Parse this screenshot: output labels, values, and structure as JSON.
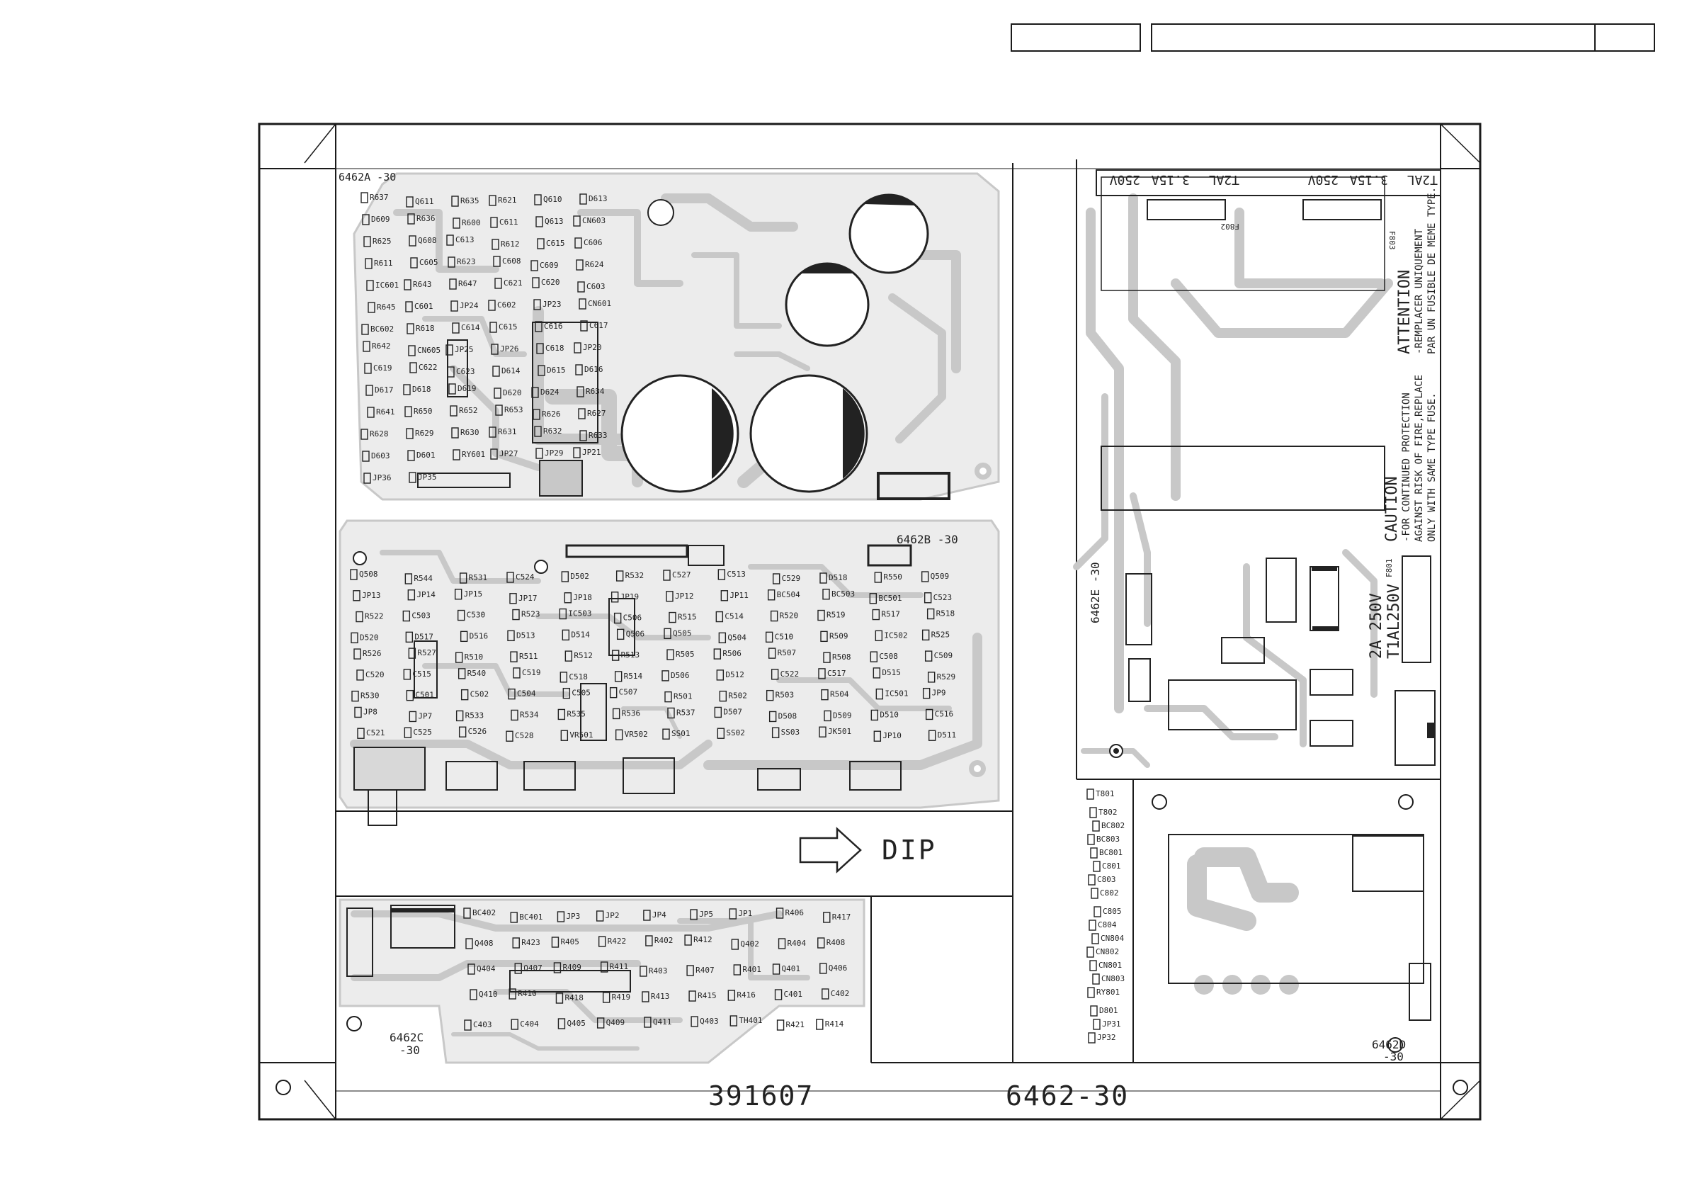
{
  "title_block": {
    "cells": [
      "",
      "",
      ""
    ]
  },
  "board_labels": {
    "board_a": "6462A -30",
    "board_b": "6462B -30",
    "board_c_line1": "6462C",
    "board_c_line2": "-30",
    "board_d_line1": "6462D",
    "board_d_line2": "-30",
    "board_e": "6462E -30"
  },
  "bottom_numbers": {
    "left": "391607",
    "right": "6462-30"
  },
  "dip_label": "DIP",
  "fuse_strip": {
    "left": [
      "T2AL",
      "3.15A",
      "250V"
    ],
    "right": [
      "T2AL",
      "3.15A",
      "250V"
    ],
    "left_ref": "F802",
    "right_ref": "F803"
  },
  "attention_text": {
    "title": "ATTENTION",
    "line1": "-REMPLACER UNIQUEMENT",
    "line2": "PAR UN FUSIBLE DE MEME TYPE."
  },
  "caution_text": {
    "title": "CAUTION",
    "line1": "-FOR CONTINUED PROTECTION",
    "line2": "AGAINST RISK OF FIRE,REPLACE",
    "line3": "ONLY WITH SAME TYPE FUSE."
  },
  "fuse_f801": {
    "ref": "F801",
    "rating1": "2A 250V",
    "rating2": "T1AL250V"
  },
  "components_a": [
    "R637",
    "Q611",
    "R635",
    "R621",
    "Q610",
    "D613",
    "D609",
    "R636",
    "R600",
    "C611",
    "Q613",
    "CN603",
    "R625",
    "Q608",
    "C613",
    "R612",
    "C615",
    "C606",
    "R611",
    "C605",
    "R623",
    "C608",
    "C609",
    "R624",
    "IC601",
    "R643",
    "R647",
    "C621",
    "C620",
    "C603",
    "R645",
    "C601",
    "JP24",
    "C602",
    "JP23",
    "CN601",
    "BC602",
    "R618",
    "C614",
    "C615",
    "C616",
    "C617",
    "R642",
    "CN605",
    "JP25",
    "JP26",
    "C618",
    "JP20",
    "C619",
    "C622",
    "C623",
    "D614",
    "D615",
    "D616",
    "D617",
    "D618",
    "D619",
    "D620",
    "D624",
    "R634",
    "R641",
    "R650",
    "R652",
    "R653",
    "R626",
    "R627",
    "R628",
    "R629",
    "R630",
    "R631",
    "R632",
    "R633",
    "D603",
    "D601",
    "RY601",
    "JP27",
    "JP29",
    "JP21",
    "JP36",
    "JP35"
  ],
  "components_b": [
    "Q508",
    "R544",
    "R531",
    "C524",
    "D502",
    "R532",
    "C527",
    "C513",
    "C529",
    "D518",
    "R550",
    "Q509",
    "JP13",
    "JP14",
    "JP15",
    "JP17",
    "JP18",
    "JP19",
    "JP12",
    "JP11",
    "BC504",
    "BC503",
    "BC501",
    "C523",
    "R522",
    "C503",
    "C530",
    "R523",
    "IC503",
    "C506",
    "R515",
    "C514",
    "R520",
    "R519",
    "R517",
    "R518",
    "D520",
    "D517",
    "D516",
    "D513",
    "D514",
    "Q506",
    "Q505",
    "Q504",
    "C510",
    "R509",
    "IC502",
    "R525",
    "R526",
    "R527",
    "R510",
    "R511",
    "R512",
    "R513",
    "R505",
    "R506",
    "R507",
    "R508",
    "C508",
    "C509",
    "C520",
    "C515",
    "R540",
    "C519",
    "C518",
    "R514",
    "D506",
    "D512",
    "C522",
    "C517",
    "D515",
    "R529",
    "R530",
    "C501",
    "C502",
    "C504",
    "C505",
    "C507",
    "R501",
    "R502",
    "R503",
    "R504",
    "IC501",
    "JP9",
    "JP8",
    "JP7",
    "R533",
    "R534",
    "R535",
    "R536",
    "R537",
    "D507",
    "D508",
    "D509",
    "D510",
    "C516",
    "C521",
    "C525",
    "C526",
    "C528",
    "VR501",
    "VR502",
    "SS01",
    "SS02",
    "SS03",
    "JK501",
    "JP10",
    "D511"
  ],
  "components_c": [
    "BC402",
    "BC401",
    "JP3",
    "JP2",
    "JP4",
    "JP5",
    "JP1",
    "R406",
    "R417",
    "Q408",
    "R423",
    "R405",
    "R422",
    "R402",
    "R412",
    "Q402",
    "R404",
    "R408",
    "Q404",
    "Q407",
    "R409",
    "R411",
    "R403",
    "R407",
    "R401",
    "Q401",
    "Q406",
    "Q410",
    "R410",
    "R418",
    "R419",
    "R413",
    "R415",
    "R416",
    "C401",
    "C402",
    "C403",
    "C404",
    "Q405",
    "Q409",
    "Q411",
    "Q403",
    "TH401",
    "R421",
    "R414"
  ],
  "components_d": [
    "T801",
    "T802",
    "BC802",
    "BC803",
    "BC801",
    "C801",
    "C803",
    "C802",
    "C805",
    "C804",
    "CN804",
    "CN802",
    "CN801",
    "CN803",
    "RY801",
    "D801",
    "JP31",
    "JP32"
  ],
  "colors": {
    "trace": "#c8c8c8",
    "ink": "#1a1a1a",
    "background": "#ffffff"
  }
}
